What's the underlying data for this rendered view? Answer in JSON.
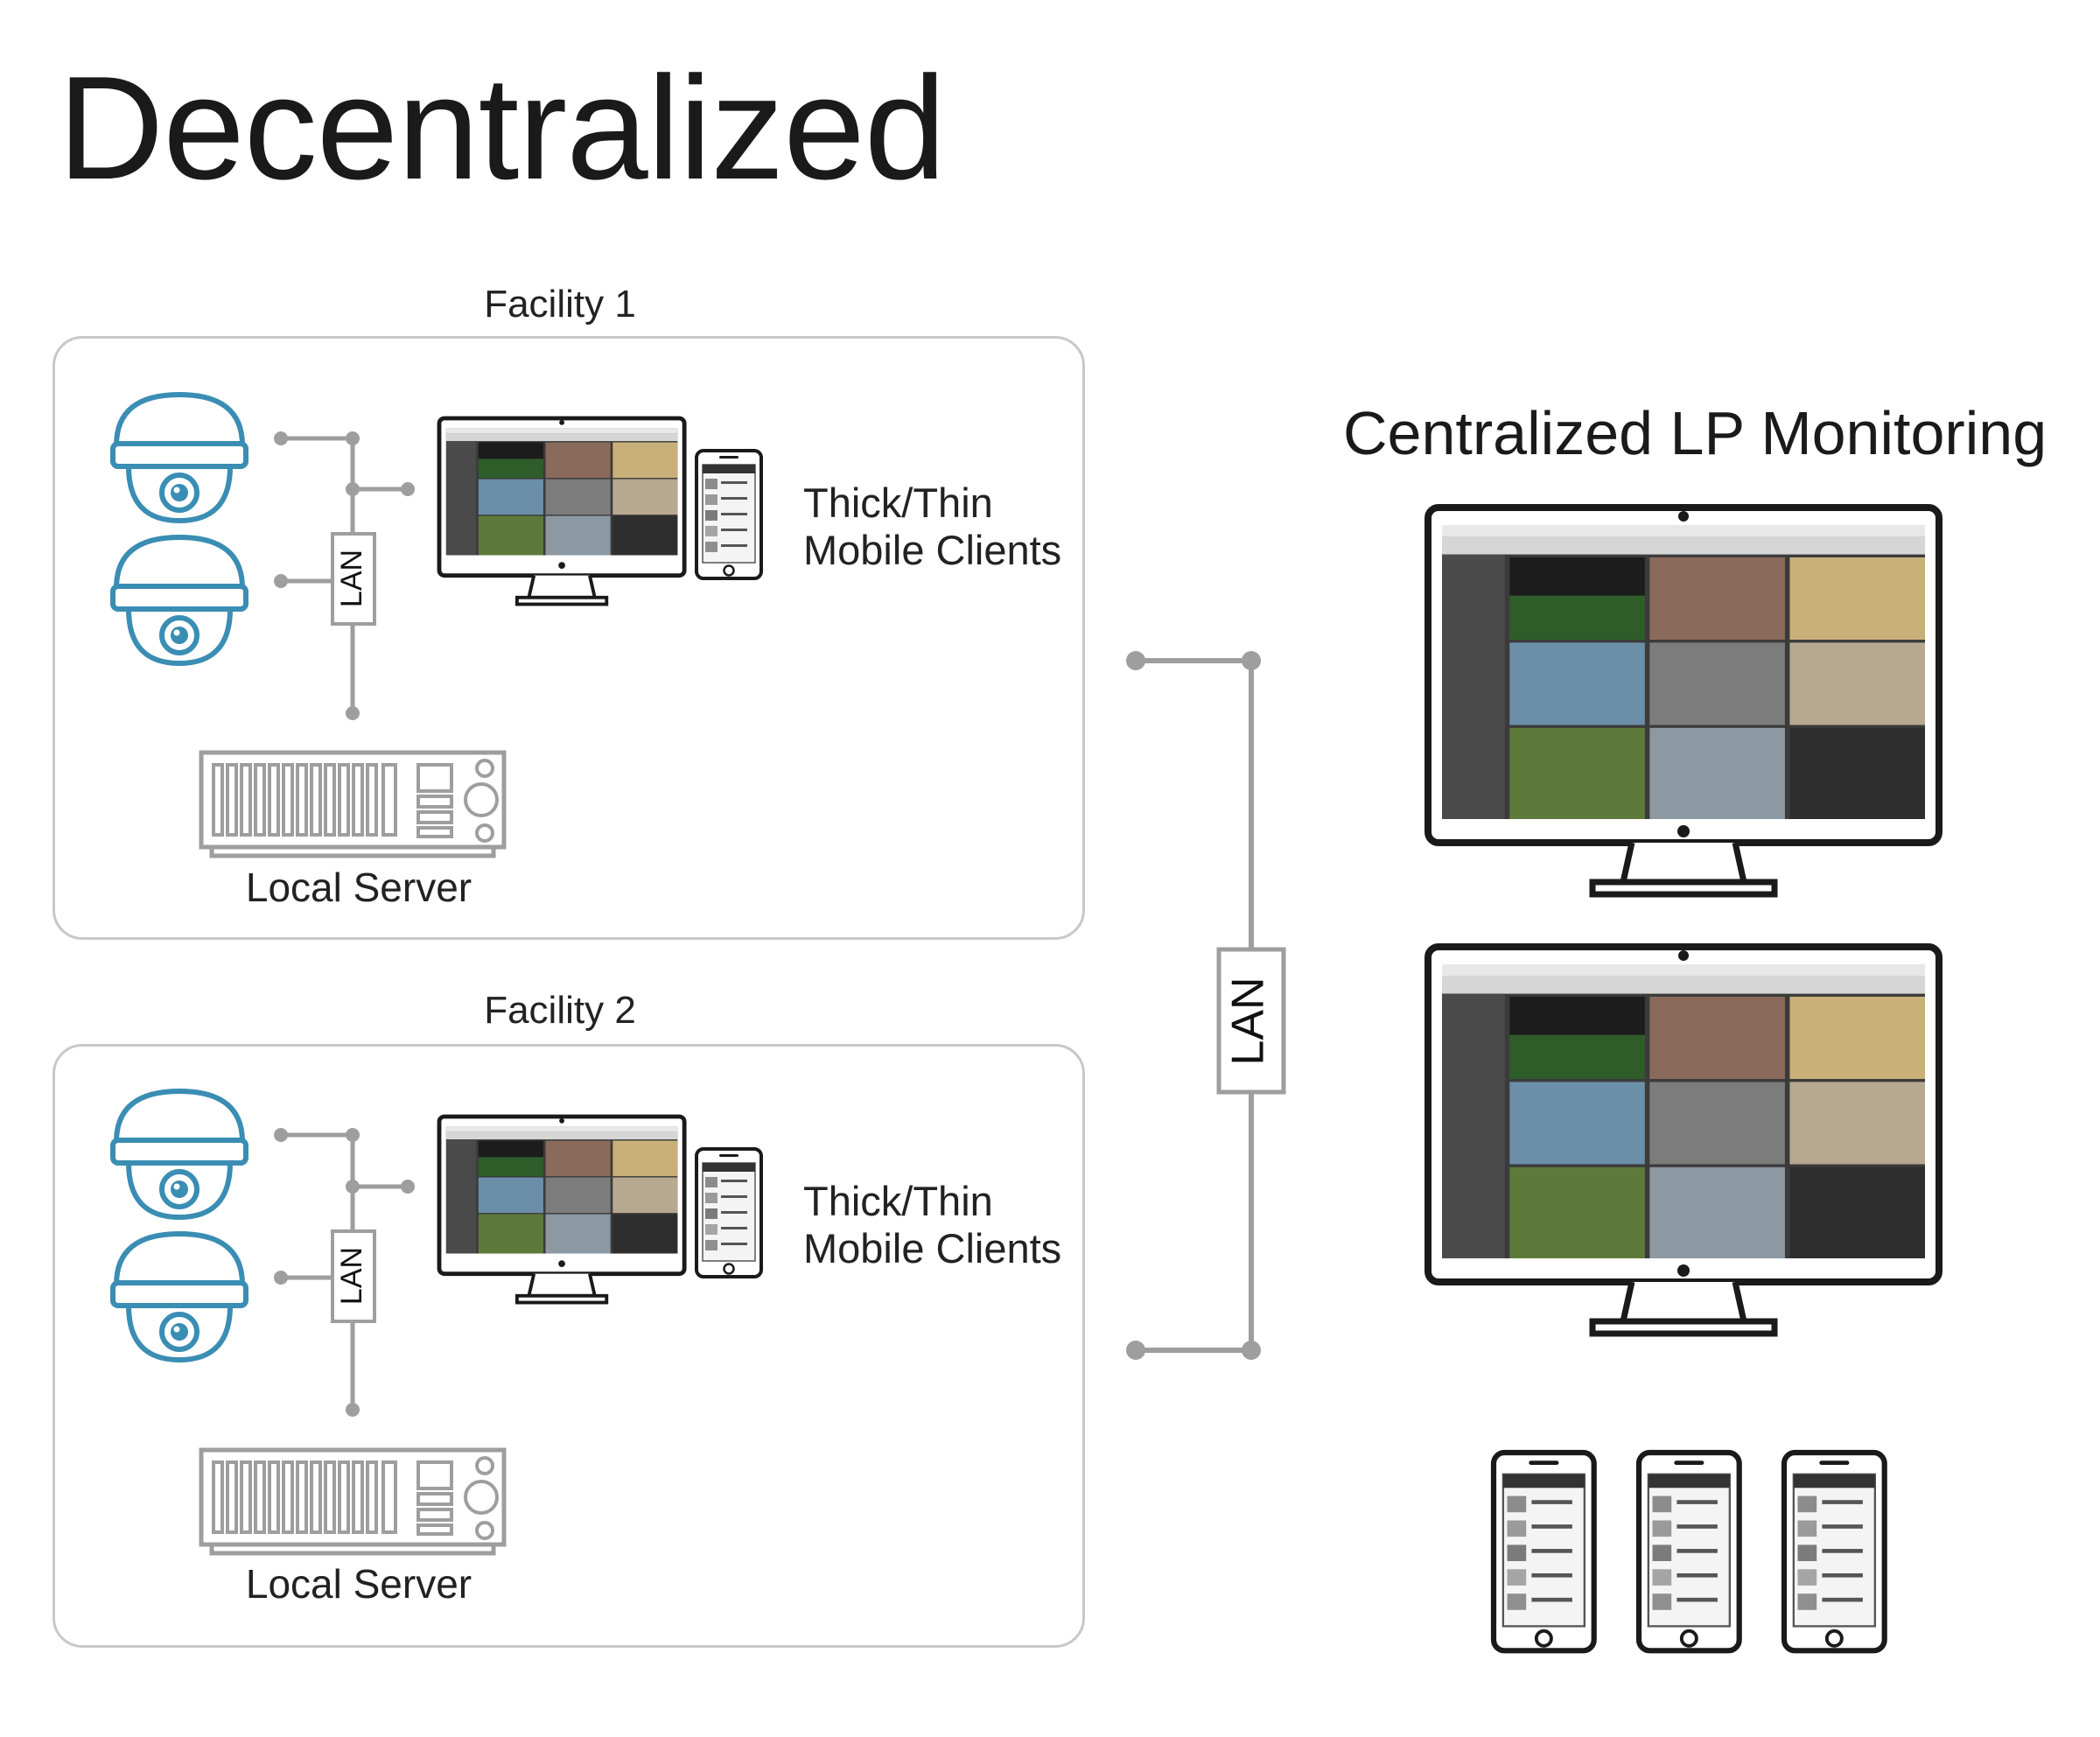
{
  "title": "Decentralized",
  "facilities": [
    {
      "label": "Facility 1",
      "lan_label": "LAN",
      "clients_label_line1": "Thick/Thin",
      "clients_label_line2": "Mobile Clients",
      "server_label": "Local Server"
    },
    {
      "label": "Facility 2",
      "lan_label": "LAN",
      "clients_label_line1": "Thick/Thin",
      "clients_label_line2": "Mobile Clients",
      "server_label": "Local Server"
    }
  ],
  "wan_lan_label": "LAN",
  "central": {
    "title": "Centralized LP Monitoring",
    "monitor_count": 2,
    "phone_count": 3
  },
  "colors": {
    "camera_blue": "#3a8db3",
    "line_gray": "#9e9e9e",
    "box_border": "#c8c8c8",
    "device_dark": "#1a1a1a"
  },
  "icons": [
    "dome-camera-icon",
    "monitor-icon",
    "smartphone-icon",
    "server-rack-icon"
  ]
}
